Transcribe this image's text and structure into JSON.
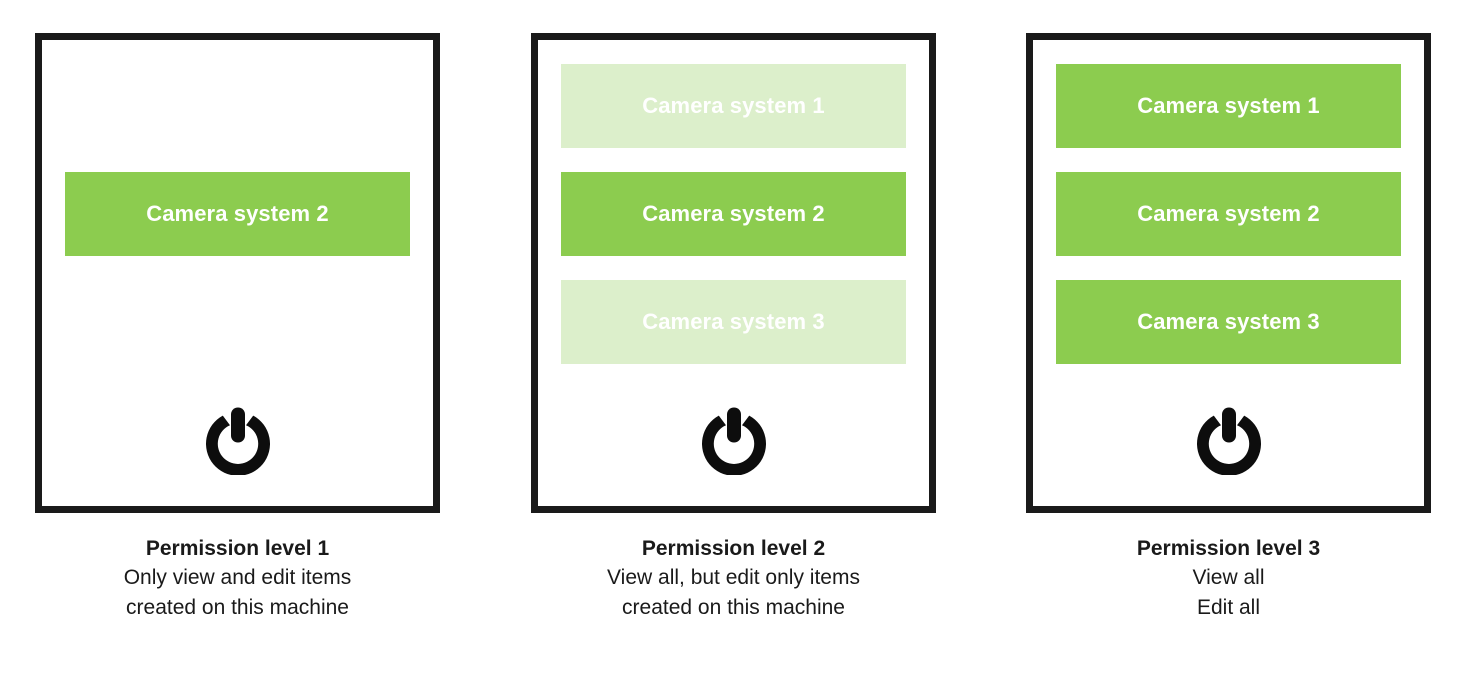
{
  "colors": {
    "green_full": "#8ccc4f",
    "green_faded": "#dcefcb",
    "panel_border": "#1a1a1a",
    "label_text": "#ffffff",
    "caption_text": "#1a1a1a",
    "background": "#ffffff"
  },
  "icon": {
    "name": "power-icon"
  },
  "panels": [
    {
      "id": "permission-level-1",
      "slots": [
        {
          "label": "",
          "state": "empty"
        },
        {
          "label": "Camera system 2",
          "state": "full"
        },
        {
          "label": "",
          "state": "empty"
        }
      ],
      "caption": {
        "title": "Permission level 1",
        "lines": [
          "Only view and edit items",
          "created on this machine"
        ]
      }
    },
    {
      "id": "permission-level-2",
      "slots": [
        {
          "label": "Camera system 1",
          "state": "faded"
        },
        {
          "label": "Camera system 2",
          "state": "full"
        },
        {
          "label": "Camera system 3",
          "state": "faded"
        }
      ],
      "caption": {
        "title": "Permission level 2",
        "lines": [
          "View all, but edit only items",
          "created on this machine"
        ]
      }
    },
    {
      "id": "permission-level-3",
      "slots": [
        {
          "label": "Camera system 1",
          "state": "full"
        },
        {
          "label": "Camera system 2",
          "state": "full"
        },
        {
          "label": "Camera system 3",
          "state": "full"
        }
      ],
      "caption": {
        "title": "Permission level 3",
        "lines": [
          "View all",
          "Edit all"
        ]
      }
    }
  ]
}
